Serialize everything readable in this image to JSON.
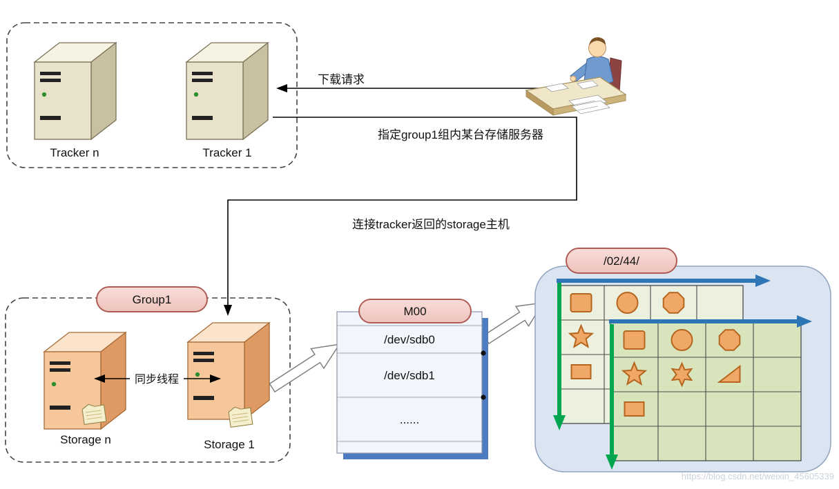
{
  "title": "FastDFS download flow diagram",
  "labels": {
    "tracker_n": "Tracker n",
    "tracker_1": "Tracker 1",
    "storage_n": "Storage n",
    "storage_1": "Storage 1"
  },
  "flows": {
    "download_request": "下载请求",
    "assign_storage": "指定group1组内某台存储服务器",
    "connect_storage": "连接tracker返回的storage主机",
    "sync_thread": "同步线程"
  },
  "badges": {
    "group": "Group1",
    "volume": "M00",
    "directory": "/02/44/"
  },
  "volume": {
    "rows": [
      "/dev/sdb0",
      "/dev/sdb1",
      "......"
    ]
  },
  "directory": {
    "grid_back": {
      "rows": 4,
      "cols": 4,
      "cells": [
        [
          "square",
          "circle",
          "octagon",
          ""
        ],
        [
          "star5",
          "",
          "",
          ""
        ],
        [
          "rect",
          "",
          "",
          ""
        ],
        [
          "",
          "",
          "",
          ""
        ]
      ]
    },
    "grid_front": {
      "rows": 4,
      "cols": 4,
      "cells": [
        [
          "square",
          "circle",
          "octagon",
          ""
        ],
        [
          "star5",
          "star6",
          "triangle",
          ""
        ],
        [
          "rect",
          "",
          "",
          ""
        ],
        [
          "",
          "",
          "",
          ""
        ]
      ]
    }
  },
  "icons": {
    "tracker_server": "server-tower-icon",
    "storage_server": "server-tower-with-folder-icon",
    "client": "person-at-desk-icon"
  },
  "colors": {
    "badge_fill": "#f3cfca",
    "badge_stroke": "#b05c55",
    "panel_fill": "#dbe5f1",
    "grid_back_fill": "#ecf1df",
    "grid_front_fill": "#d8e4bc",
    "shape_fill": "#f0a868",
    "shape_stroke": "#b5651d",
    "blue_arrow": "#2e75b6",
    "green_arrow": "#00a550",
    "volume_shadow": "#4d7cc0"
  },
  "watermark": "https://blog.csdn.net/weixin_45605339"
}
